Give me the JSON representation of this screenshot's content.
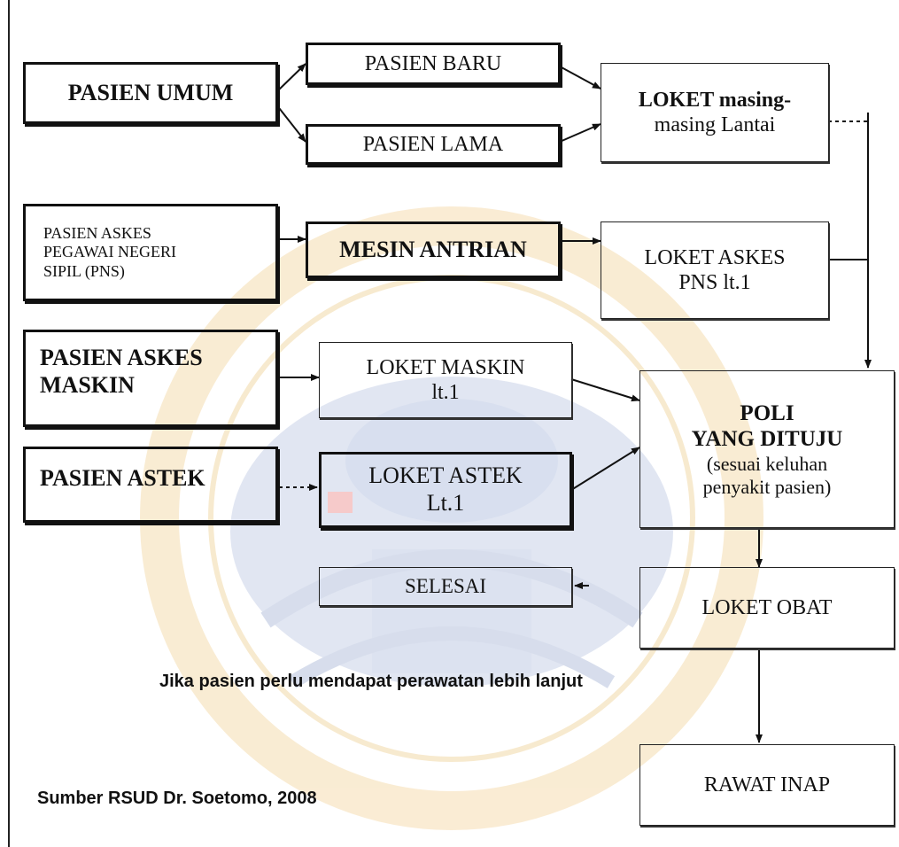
{
  "diagram": {
    "nodes": {
      "pasien_umum": "PASIEN UMUM",
      "pasien_baru": "PASIEN BARU",
      "pasien_lama": "PASIEN LAMA",
      "loket_masing": [
        "LOKET masing-",
        "masing Lantai"
      ],
      "pasien_askes_pns": [
        "PASIEN ASKES",
        "PEGAWAI NEGERI",
        "SIPIL (PNS)"
      ],
      "mesin_antrian": "MESIN ANTRIAN",
      "loket_askes_pns": [
        "LOKET ASKES",
        "PNS lt.1"
      ],
      "pasien_askes_maskin": [
        "PASIEN ASKES",
        "MASKIN"
      ],
      "loket_maskin": [
        "LOKET MASKIN",
        "lt.1"
      ],
      "poli": [
        "POLI",
        "YANG DITUJU",
        "(sesuai keluhan",
        "penyakit pasien)"
      ],
      "pasien_astek": "PASIEN ASTEK",
      "loket_astek": [
        "LOKET ASTEK",
        "Lt.1"
      ],
      "selesai": "SELESAI",
      "loket_obat": "LOKET OBAT",
      "rawat_inap": "RAWAT INAP"
    },
    "note": "Jika pasien perlu mendapat perawatan lebih lanjut",
    "source": "Sumber RSUD Dr. Soetomo, 2008",
    "colors": {
      "ink": "#111111",
      "watermark_gold": "#f5ddb0",
      "watermark_blue": "#c4cde4"
    }
  }
}
